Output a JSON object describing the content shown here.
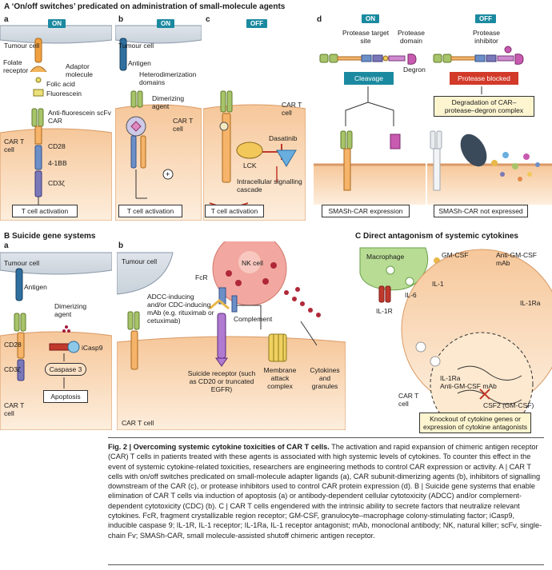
{
  "sectionA": {
    "title": "A  ‘On/off switches’ predicated on administration of small-molecule agents",
    "panels": {
      "a": {
        "letter": "a",
        "badge": "ON",
        "tumour": "Tumour cell",
        "receptor": "Folate receptor",
        "adaptor": "Adaptor molecule",
        "folic": "Folic acid",
        "fluorescein": "Fluorescein",
        "antiF": "Anti-fluorescein scFv CAR",
        "cell": "CAR T cell",
        "cd28": "CD28",
        "bb": "4-1BB",
        "cd3": "CD3ζ",
        "activation": "T cell activation"
      },
      "b": {
        "letter": "b",
        "badge": "ON",
        "tumour": "Tumour cell",
        "antigen": "Antigen",
        "hetero": "Heterodimerization domains",
        "dimer": "Dimerizing agent",
        "cell": "CAR T cell",
        "activation": "T cell activation"
      },
      "c": {
        "letter": "c",
        "badge": "OFF",
        "cell": "CAR T cell",
        "dasatinib": "Dasatinib",
        "lck": "LCK",
        "intracell": "Intracellular signalling cascade",
        "activation": "T cell activation"
      },
      "d": {
        "letter": "d",
        "badgeOn": "ON",
        "badgeOff": "OFF",
        "target": "Protease target site",
        "domain": "Protease domain",
        "degron": "Degron",
        "inhibitor": "Protease inhibitor",
        "cleavage": "Cleavage",
        "blocked": "Protease blocked",
        "degradation": "Degradation of CAR–protease–degron complex",
        "expression": "SMASh-CAR expression",
        "notExpressed": "SMASh-CAR not expressed"
      }
    }
  },
  "sectionB": {
    "title": "B  Suicide gene systems",
    "panels": {
      "a": {
        "letter": "a",
        "tumour": "Tumour cell",
        "antigen": "Antigen",
        "dimer": "Dimerizing agent",
        "icasp": "iCasp9",
        "casp3": "Caspase 3",
        "apoptosis": "Apoptosis",
        "cd28": "CD28",
        "cd3": "CD3ζ",
        "cell": "CAR T cell"
      },
      "b": {
        "letter": "b",
        "tumour": "Tumour cell",
        "nk": "NK cell",
        "fcr": "FcR",
        "adcc": "ADCC-inducing and/or CDC-inducing mAb (e.g. rituximab or cetuximab)",
        "complement": "Complement",
        "suicide": "Suicide receptor (such as CD20 or truncated EGFR)",
        "mac": "Membrane attack complex",
        "cyto": "Cytokines and granules",
        "cell": "CAR T cell"
      }
    }
  },
  "sectionC": {
    "title": "C  Direct antagonism of systemic cytokines",
    "macrophage": "Macrophage",
    "gmcsf": "GM-CSF",
    "antiGm": "Anti-GM-CSF mAb",
    "il1": "IL-1",
    "il6": "IL-6",
    "il1r": "IL-1R",
    "il1ra": "IL-1Ra",
    "innerIl1ra": "IL-1Ra",
    "innerAnti": "Anti-GM-CSF mAb",
    "csf2": "CSF2 (GM-CSF)",
    "cell": "CAR T cell",
    "knockout": "Knockout of cytokine genes or expression of cytokine antagonists"
  },
  "caption": {
    "title": "Fig. 2 | Overcoming systemic cytokine toxicities of CAR T cells.",
    "body": " The activation and rapid expansion of chimeric antigen receptor (CAR) T cells in patients treated with these agents is associated with high systemic levels of cytokines. To counter this effect in the event of systemic cytokine-related toxicities, researchers are engineering methods to control CAR expression or activity. A | CAR T cells with on/off switches predicated on small-molecule adapter ligands (a), CAR subunit-dimerizing agents (b), inhibitors of signalling downstream of the CAR (c), or protease inhibitors used to control CAR protein expression (d). B | Suicide gene systems that enable elimination of CAR T cells via induction of apoptosis (a) or antibody-dependent cellular cytotoxicity (ADCC) and/or complement-dependent cytotoxicity (CDC) (b). C | CAR T cells engendered with the intrinsic ability to secrete factors that neutralize relevant cytokines. FcR, fragment crystallizable region receptor; GM-CSF, granulocyte–macrophage colony-stimulating factor; iCasp9, inducible caspase 9; IL-1R, IL-1 receptor; IL-1Ra, IL-1 receptor antagonist; mAb, monoclonal antibody; NK, natural killer; scFv, single-chain Fv; SMASh-CAR, small molecule-assisted shutoff chimeric antigen receptor."
  }
}
